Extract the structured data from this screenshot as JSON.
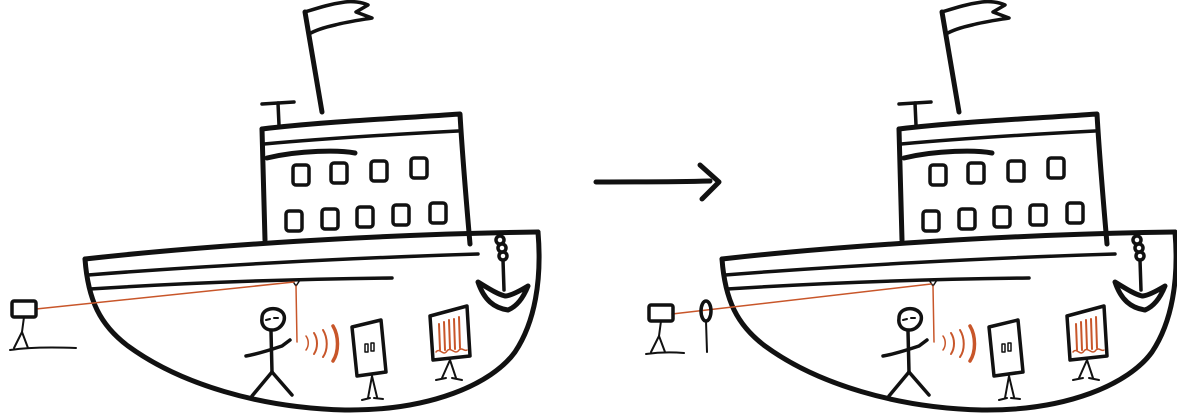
{
  "colors": {
    "ink": "#111111",
    "accent": "#c8562a",
    "background": "#ffffff"
  },
  "panels": [
    {
      "name": "before",
      "extra_element": "none"
    },
    {
      "name": "after",
      "extra_element": "interposed-lens"
    }
  ],
  "icons": {
    "ship": "ship-icon",
    "flag": "flag-icon",
    "antenna": "antenna-icon",
    "anchor": "anchor-icon",
    "person": "person-icon",
    "sound_waves": "sound-waves-icon",
    "window_pane": "window-pane-icon",
    "vibration_sensor": "vibration-sensor-icon",
    "laser_device": "laser-device-icon",
    "lens": "lens-icon",
    "arrow": "right-arrow-icon"
  }
}
